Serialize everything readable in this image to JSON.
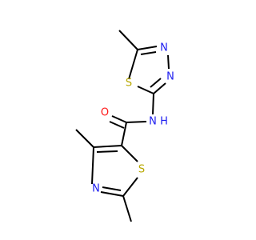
{
  "colors": {
    "background": "#ffffff",
    "bond": "#000000",
    "sulfur": "#b8a800",
    "nitrogen": "#1e1ef0",
    "oxygen": "#ff1a1a"
  },
  "molecule": {
    "labels": {
      "s_top": "S",
      "n_top_a": "N",
      "n_top_b": "N",
      "amide_n": "N",
      "amide_h": "H",
      "oxygen": "O",
      "s_bottom": "S",
      "n_bottom": "N"
    }
  }
}
